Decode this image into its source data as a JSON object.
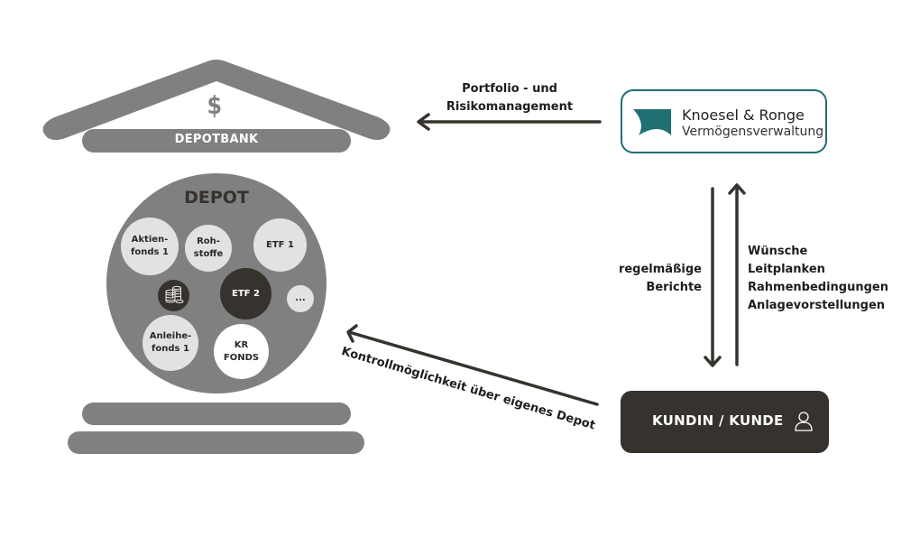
{
  "depotbank": {
    "title": "DEPOTBANK",
    "symbol": "$"
  },
  "depot": {
    "title": "DEPOT",
    "items": [
      {
        "label": "Aktien-\nfonds 1",
        "style": "light"
      },
      {
        "label": "Roh-\nstoffe",
        "style": "light"
      },
      {
        "label": "ETF 1",
        "style": "light"
      },
      {
        "label": "ETF 2",
        "style": "dark"
      },
      {
        "label": "...",
        "style": "light"
      },
      {
        "label": "Anleihe-\nfonds 1",
        "style": "light"
      },
      {
        "label": "KR\nFONDS",
        "style": "white"
      }
    ],
    "coins_icon": "coins-stack-icon"
  },
  "manager": {
    "name": "Knoesel & Ronge",
    "subtitle": "Vermögensverwaltung",
    "accent_color": "#1f6f73"
  },
  "client": {
    "label": "KUNDIN / KUNDE",
    "icon": "user-icon"
  },
  "arrows": {
    "manager_to_bank": {
      "line1": "Portfolio - und",
      "line2": "Risikomanagement"
    },
    "manager_to_client": {
      "line1": "regelmäßige",
      "line2": "Berichte"
    },
    "client_to_manager": {
      "lines": [
        "Wünsche",
        "Leitplanken",
        "Rahmenbedingungen",
        "Anlagevorstellungen"
      ]
    },
    "client_to_depot": {
      "label": "Kontrollmöglichkeit über eigenes Depot"
    }
  },
  "colors": {
    "gray": "#808080",
    "dark": "#36322d",
    "light": "#e2e2e2"
  }
}
